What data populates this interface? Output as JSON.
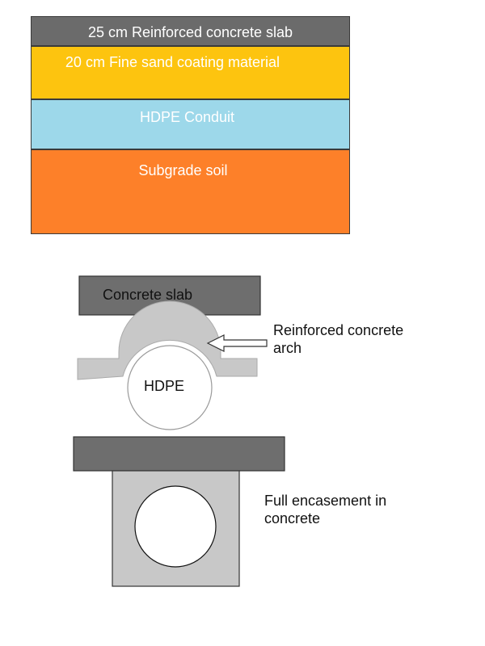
{
  "layers": {
    "slab": "25 cm Reinforced concrete slab",
    "sand": "20 cm  Fine sand coating material",
    "conduit": "HDPE Conduit",
    "soil": "Subgrade soil"
  },
  "arch_detail": {
    "slab_label": "Concrete slab",
    "pipe_label": "HDPE",
    "callout_line1": "Reinforced concrete",
    "callout_line2": "arch"
  },
  "encasement_detail": {
    "label_line1": "Full encasement in",
    "label_line2": "concrete"
  },
  "colors": {
    "slab": "#6b6b6b",
    "sand": "#fdc40f",
    "conduit": "#9dd8ea",
    "soil": "#fd8029",
    "concrete_gray": "#c8c8c8",
    "dark_slab": "#6e6e6e"
  }
}
